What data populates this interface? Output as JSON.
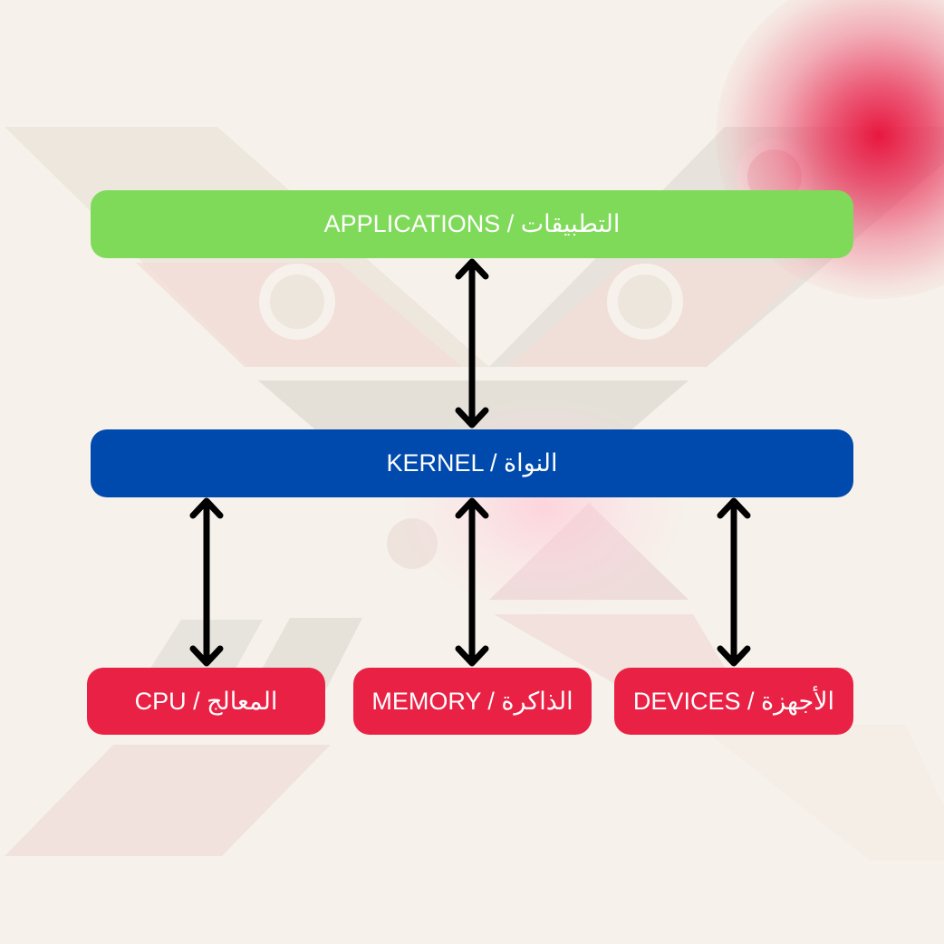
{
  "diagram": {
    "type": "layered-architecture",
    "colors": {
      "background": "#f6f2eb",
      "applications": "#7fda5a",
      "kernel": "#004aad",
      "hardware": "#e92245",
      "text": "#ffffff",
      "arrows": "#000000"
    },
    "layers": {
      "applications": {
        "label": "APPLICATIONS / التطبيقات"
      },
      "kernel": {
        "label": "KERNEL / النواة"
      },
      "hardware": [
        {
          "id": "cpu",
          "label": "CPU / المعالج"
        },
        {
          "id": "memory",
          "label": "MEMORY / الذاكرة"
        },
        {
          "id": "devices",
          "label": "DEVICES / الأجهزة"
        }
      ]
    },
    "connections": [
      {
        "from": "applications",
        "to": "kernel",
        "direction": "bidirectional"
      },
      {
        "from": "kernel",
        "to": "cpu",
        "direction": "bidirectional"
      },
      {
        "from": "kernel",
        "to": "memory",
        "direction": "bidirectional"
      },
      {
        "from": "kernel",
        "to": "devices",
        "direction": "bidirectional"
      }
    ]
  }
}
